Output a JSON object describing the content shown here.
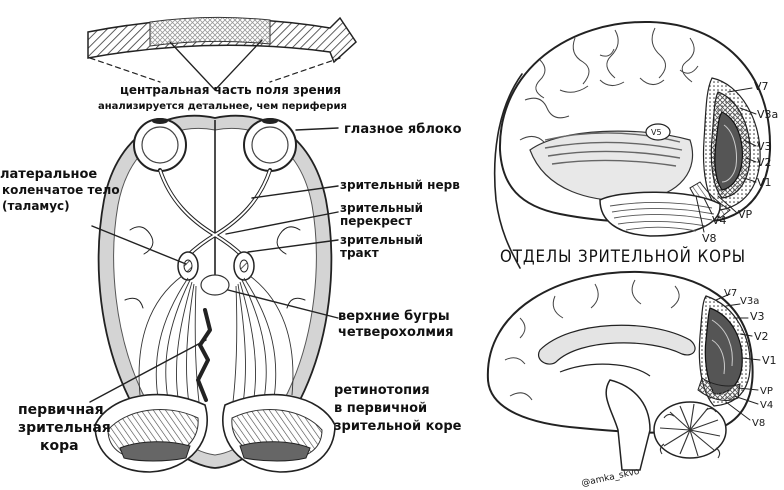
{
  "left_diagram": {
    "visual_field_caption_line1": "центральная часть поля зрения",
    "visual_field_caption_line2": "анализируется детальнее, чем периферия",
    "eyeball": "глазное яблоко",
    "lgn_line1": "латеральное",
    "lgn_line2": "коленчатое тело",
    "lgn_line3": "(таламус)",
    "optic_nerve": "зрительный нерв",
    "chiasm_line1": "зрительный",
    "chiasm_line2": "перекрест",
    "tract_line1": "зрительный",
    "tract_line2": "тракт",
    "colliculi_line1": "верхние бугры",
    "colliculi_line2": "четверохолмия",
    "primary_cortex_line1": "первичная",
    "primary_cortex_line2": "зрительная",
    "primary_cortex_line3": "кора",
    "retinotopy_line1": "ретинотопия",
    "retinotopy_line2": "в первичной",
    "retinotopy_line3": "зрительной коре"
  },
  "right_diagram": {
    "title": "ОТДЕЛЫ ЗРИТЕЛЬНОЙ КОРЫ",
    "lateral_labels": [
      "V7",
      "V3a",
      "V3",
      "V2",
      "V1",
      "VP",
      "V4",
      "V8",
      "V5"
    ],
    "medial_labels": [
      "V7",
      "V3a",
      "V3",
      "V2",
      "V1",
      "VP",
      "V4",
      "V8"
    ],
    "signature": "@amka_skvo"
  }
}
